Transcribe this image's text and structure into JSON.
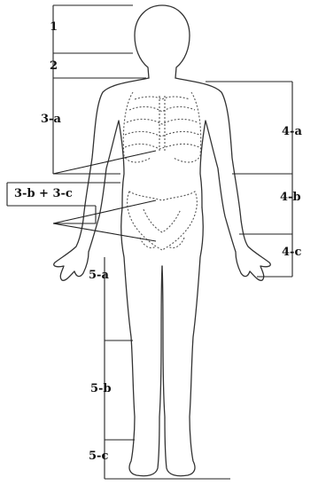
{
  "colors": {
    "line": "#222222",
    "outline": "#333333",
    "dotted": "#555555",
    "background": "#ffffff"
  },
  "labels": {
    "l1": "1",
    "l2": "2",
    "l3a": "3-a",
    "l3bc": "3-b + 3-c",
    "l4a": "4-a",
    "l4b": "4-b",
    "l4c": "4-c",
    "l5a": "5-a",
    "l5b": "5-b",
    "l5c": "5-c"
  }
}
